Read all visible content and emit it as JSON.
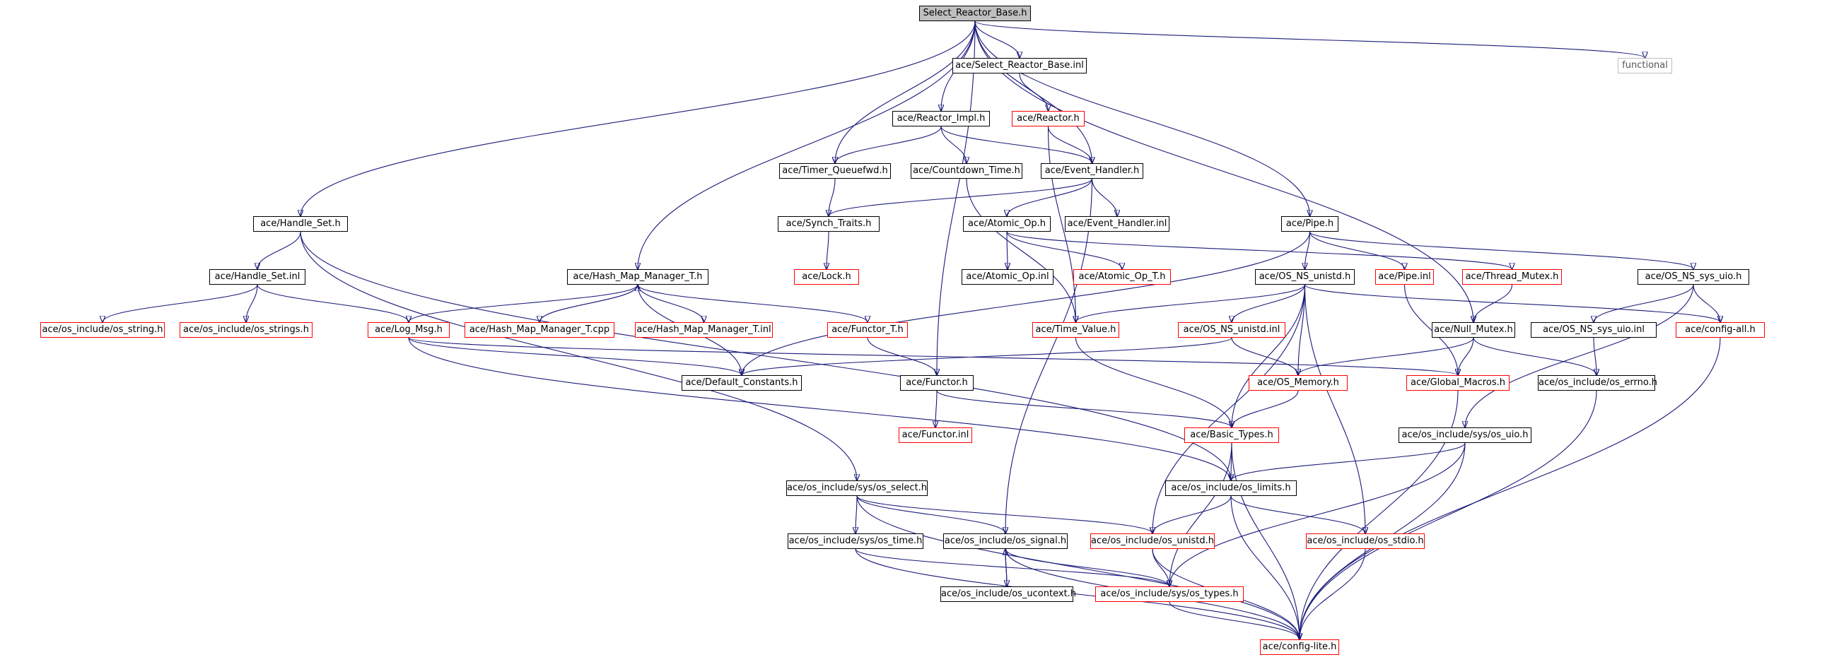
{
  "graph": {
    "colors": {
      "edge": "#1a1a7a",
      "border_default": "#000000",
      "border_red": "#ff0000",
      "border_grey": "#bfbfbf",
      "root_fill": "#bfbfbf"
    },
    "nodes": [
      {
        "id": "root",
        "label": "Select_Reactor_Base.h",
        "style": "root"
      },
      {
        "id": "functional",
        "label": "functional",
        "style": "grey"
      },
      {
        "id": "sel_inl",
        "label": "ace/Select_Reactor_Base.inl",
        "style": "black"
      },
      {
        "id": "reactor_impl",
        "label": "ace/Reactor_Impl.h",
        "style": "black"
      },
      {
        "id": "reactor",
        "label": "ace/Reactor.h",
        "style": "red"
      },
      {
        "id": "timer_q",
        "label": "ace/Timer_Queuefwd.h",
        "style": "black"
      },
      {
        "id": "countdown",
        "label": "ace/Countdown_Time.h",
        "style": "black"
      },
      {
        "id": "event_handler",
        "label": "ace/Event_Handler.h",
        "style": "black"
      },
      {
        "id": "handle_set",
        "label": "ace/Handle_Set.h",
        "style": "black"
      },
      {
        "id": "synch_traits",
        "label": "ace/Synch_Traits.h",
        "style": "black"
      },
      {
        "id": "atomic_op",
        "label": "ace/Atomic_Op.h",
        "style": "black"
      },
      {
        "id": "event_handler_inl",
        "label": "ace/Event_Handler.inl",
        "style": "black"
      },
      {
        "id": "pipe",
        "label": "ace/Pipe.h",
        "style": "black"
      },
      {
        "id": "lock",
        "label": "ace/Lock.h",
        "style": "red"
      },
      {
        "id": "handle_set_inl",
        "label": "ace/Handle_Set.inl",
        "style": "black"
      },
      {
        "id": "hash_map",
        "label": "ace/Hash_Map_Manager_T.h",
        "style": "black"
      },
      {
        "id": "atomic_op_inl",
        "label": "ace/Atomic_Op.inl",
        "style": "black"
      },
      {
        "id": "atomic_op_t",
        "label": "ace/Atomic_Op_T.h",
        "style": "red"
      },
      {
        "id": "os_ns_unistd",
        "label": "ace/OS_NS_unistd.h",
        "style": "black"
      },
      {
        "id": "pipe_inl",
        "label": "ace/Pipe.inl",
        "style": "red"
      },
      {
        "id": "thread_mutex",
        "label": "ace/Thread_Mutex.h",
        "style": "red"
      },
      {
        "id": "os_ns_sys_uio",
        "label": "ace/OS_NS_sys_uio.h",
        "style": "black"
      },
      {
        "id": "os_string",
        "label": "ace/os_include/os_string.h",
        "style": "red"
      },
      {
        "id": "os_strings",
        "label": "ace/os_include/os_strings.h",
        "style": "red"
      },
      {
        "id": "log_msg",
        "label": "ace/Log_Msg.h",
        "style": "red"
      },
      {
        "id": "hash_map_cpp",
        "label": "ace/Hash_Map_Manager_T.cpp",
        "style": "red"
      },
      {
        "id": "hash_map_inl",
        "label": "ace/Hash_Map_Manager_T.inl",
        "style": "red"
      },
      {
        "id": "functor_t",
        "label": "ace/Functor_T.h",
        "style": "red"
      },
      {
        "id": "time_value",
        "label": "ace/Time_Value.h",
        "style": "red"
      },
      {
        "id": "os_ns_unistd_inl",
        "label": "ace/OS_NS_unistd.inl",
        "style": "red"
      },
      {
        "id": "null_mutex",
        "label": "ace/Null_Mutex.h",
        "style": "black"
      },
      {
        "id": "os_ns_sys_uio_inl",
        "label": "ace/OS_NS_sys_uio.inl",
        "style": "black"
      },
      {
        "id": "config_all",
        "label": "ace/config-all.h",
        "style": "red"
      },
      {
        "id": "default_constants",
        "label": "ace/Default_Constants.h",
        "style": "black"
      },
      {
        "id": "functor",
        "label": "ace/Functor.h",
        "style": "black"
      },
      {
        "id": "os_memory",
        "label": "ace/OS_Memory.h",
        "style": "red"
      },
      {
        "id": "global_macros",
        "label": "ace/Global_Macros.h",
        "style": "red"
      },
      {
        "id": "os_errno",
        "label": "ace/os_include/os_errno.h",
        "style": "black"
      },
      {
        "id": "functor_inl",
        "label": "ace/Functor.inl",
        "style": "red"
      },
      {
        "id": "basic_types",
        "label": "ace/Basic_Types.h",
        "style": "red"
      },
      {
        "id": "os_sys_uio",
        "label": "ace/os_include/sys/os_uio.h",
        "style": "black"
      },
      {
        "id": "os_limits",
        "label": "ace/os_include/os_limits.h",
        "style": "black"
      },
      {
        "id": "os_sys_select",
        "label": "ace/os_include/sys/os_select.h",
        "style": "black"
      },
      {
        "id": "os_sys_time",
        "label": "ace/os_include/sys/os_time.h",
        "style": "black"
      },
      {
        "id": "os_signal",
        "label": "ace/os_include/os_signal.h",
        "style": "black"
      },
      {
        "id": "os_unistd",
        "label": "ace/os_include/os_unistd.h",
        "style": "red"
      },
      {
        "id": "os_stdio",
        "label": "ace/os_include/os_stdio.h",
        "style": "red"
      },
      {
        "id": "os_ucontext",
        "label": "ace/os_include/os_ucontext.h",
        "style": "black"
      },
      {
        "id": "os_sys_types",
        "label": "ace/os_include/sys/os_types.h",
        "style": "red"
      },
      {
        "id": "config_lite",
        "label": "ace/config-lite.h",
        "style": "red"
      }
    ],
    "edges": [
      [
        "root",
        "functional"
      ],
      [
        "root",
        "sel_inl"
      ],
      [
        "root",
        "reactor_impl"
      ],
      [
        "root",
        "timer_q"
      ],
      [
        "root",
        "event_handler"
      ],
      [
        "root",
        "handle_set"
      ],
      [
        "root",
        "hash_map"
      ],
      [
        "root",
        "functor"
      ],
      [
        "root",
        "pipe"
      ],
      [
        "root",
        "null_mutex"
      ],
      [
        "sel_inl",
        "reactor"
      ],
      [
        "reactor_impl",
        "timer_q"
      ],
      [
        "reactor_impl",
        "countdown"
      ],
      [
        "reactor_impl",
        "event_handler"
      ],
      [
        "reactor",
        "event_handler"
      ],
      [
        "reactor",
        "time_value"
      ],
      [
        "timer_q",
        "synch_traits"
      ],
      [
        "countdown",
        "time_value"
      ],
      [
        "event_handler",
        "synch_traits"
      ],
      [
        "event_handler",
        "atomic_op"
      ],
      [
        "event_handler",
        "event_handler_inl"
      ],
      [
        "event_handler",
        "os_signal"
      ],
      [
        "synch_traits",
        "lock"
      ],
      [
        "atomic_op",
        "atomic_op_inl"
      ],
      [
        "atomic_op",
        "atomic_op_t"
      ],
      [
        "atomic_op",
        "thread_mutex"
      ],
      [
        "handle_set",
        "handle_set_inl"
      ],
      [
        "handle_set",
        "os_sys_select"
      ],
      [
        "handle_set",
        "os_limits"
      ],
      [
        "handle_set_inl",
        "os_string"
      ],
      [
        "handle_set_inl",
        "os_strings"
      ],
      [
        "handle_set_inl",
        "log_msg"
      ],
      [
        "hash_map",
        "log_msg"
      ],
      [
        "hash_map",
        "hash_map_cpp"
      ],
      [
        "hash_map",
        "hash_map_inl"
      ],
      [
        "hash_map",
        "functor_t"
      ],
      [
        "hash_map",
        "default_constants"
      ],
      [
        "hash_map_cpp",
        "hash_map"
      ],
      [
        "log_msg",
        "default_constants"
      ],
      [
        "log_msg",
        "global_macros"
      ],
      [
        "log_msg",
        "os_limits"
      ],
      [
        "functor_t",
        "functor"
      ],
      [
        "functor",
        "functor_inl"
      ],
      [
        "functor",
        "basic_types"
      ],
      [
        "pipe",
        "os_ns_unistd"
      ],
      [
        "pipe",
        "pipe_inl"
      ],
      [
        "pipe",
        "os_ns_sys_uio"
      ],
      [
        "pipe",
        "default_constants"
      ],
      [
        "pipe_inl",
        "global_macros"
      ],
      [
        "thread_mutex",
        "null_mutex"
      ],
      [
        "os_ns_unistd",
        "time_value"
      ],
      [
        "os_ns_unistd",
        "os_ns_unistd_inl"
      ],
      [
        "os_ns_unistd",
        "basic_types"
      ],
      [
        "os_ns_unistd",
        "os_memory"
      ],
      [
        "os_ns_unistd",
        "config_all"
      ],
      [
        "os_ns_unistd",
        "os_unistd"
      ],
      [
        "os_ns_unistd",
        "os_stdio"
      ],
      [
        "os_ns_unistd_inl",
        "os_memory"
      ],
      [
        "os_ns_unistd_inl",
        "default_constants"
      ],
      [
        "null_mutex",
        "global_macros"
      ],
      [
        "null_mutex",
        "os_errno"
      ],
      [
        "null_mutex",
        "os_memory"
      ],
      [
        "os_ns_sys_uio",
        "os_ns_sys_uio_inl"
      ],
      [
        "os_ns_sys_uio",
        "config_all"
      ],
      [
        "os_ns_sys_uio",
        "os_sys_uio"
      ],
      [
        "os_ns_sys_uio_inl",
        "os_errno"
      ],
      [
        "time_value",
        "basic_types"
      ],
      [
        "os_memory",
        "basic_types"
      ],
      [
        "basic_types",
        "os_limits"
      ],
      [
        "basic_types",
        "os_sys_types"
      ],
      [
        "basic_types",
        "config_lite"
      ],
      [
        "global_macros",
        "config_lite"
      ],
      [
        "os_errno",
        "config_lite"
      ],
      [
        "config_all",
        "config_lite"
      ],
      [
        "os_sys_uio",
        "os_limits"
      ],
      [
        "os_sys_uio",
        "os_sys_types"
      ],
      [
        "os_sys_uio",
        "config_lite"
      ],
      [
        "os_limits",
        "os_unistd"
      ],
      [
        "os_limits",
        "os_stdio"
      ],
      [
        "os_limits",
        "config_lite"
      ],
      [
        "os_sys_select",
        "os_sys_time"
      ],
      [
        "os_sys_select",
        "os_signal"
      ],
      [
        "os_sys_select",
        "os_unistd"
      ],
      [
        "os_sys_select",
        "config_lite"
      ],
      [
        "os_sys_time",
        "os_sys_types"
      ],
      [
        "os_sys_time",
        "config_lite"
      ],
      [
        "os_signal",
        "os_ucontext"
      ],
      [
        "os_signal",
        "os_sys_types"
      ],
      [
        "os_signal",
        "config_lite"
      ],
      [
        "os_ucontext",
        "os_signal"
      ],
      [
        "os_unistd",
        "os_sys_types"
      ],
      [
        "os_unistd",
        "config_lite"
      ],
      [
        "os_stdio",
        "config_lite"
      ],
      [
        "os_sys_types",
        "config_lite"
      ]
    ]
  }
}
